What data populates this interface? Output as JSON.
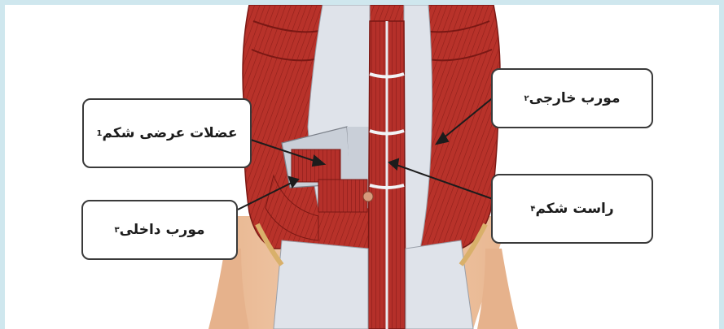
{
  "labels": {
    "transverse": {
      "text": "عضلات عرضی شکم",
      "num": "1"
    },
    "external_oblique": {
      "text": "مورب خارجی",
      "num": "۲"
    },
    "internal_oblique": {
      "text": "مورب داخلی",
      "num": "۳"
    },
    "rectus": {
      "text": "راست شکم",
      "num": "۴"
    }
  },
  "colors": {
    "frame": "#cfe7ee",
    "muscle": "#b8322a",
    "fascia": "#dfe3ea",
    "skin": "#efc4a2"
  }
}
